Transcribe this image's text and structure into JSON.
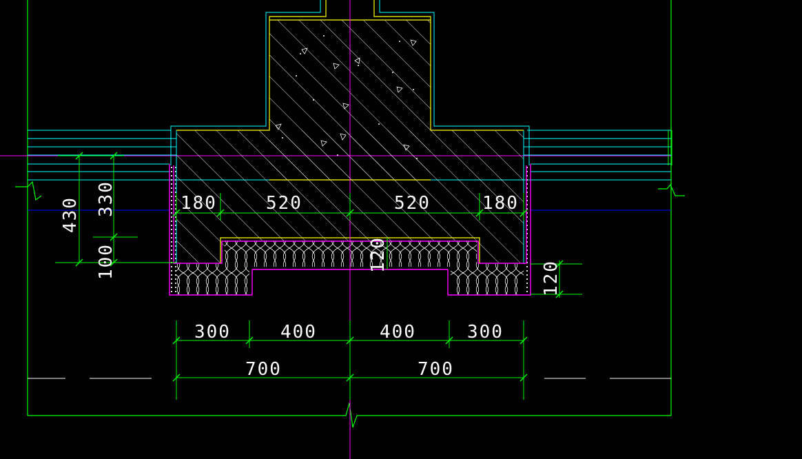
{
  "canvas": {
    "background": "#000000"
  },
  "colors": {
    "outline": "#00ff00",
    "concrete": "#ffff00",
    "layers": "#00ffff",
    "membrane": "#ff00ff",
    "axis": "#ff00ff",
    "groundline": "#0000ff",
    "text": "#ffffff",
    "hatch": "#ffffff"
  },
  "dimensions": {
    "top_180_left": "180",
    "top_520_left": "520",
    "top_520_right": "520",
    "top_180_right": "180",
    "v_430": "430",
    "v_330": "330",
    "v_100": "100",
    "v_120_center": "120",
    "v_120_right": "120",
    "b1_300_left": "300",
    "b1_400_left": "400",
    "b1_400_right": "400",
    "b1_300_right": "300",
    "b2_700_left": "700",
    "b2_700_right": "700"
  }
}
